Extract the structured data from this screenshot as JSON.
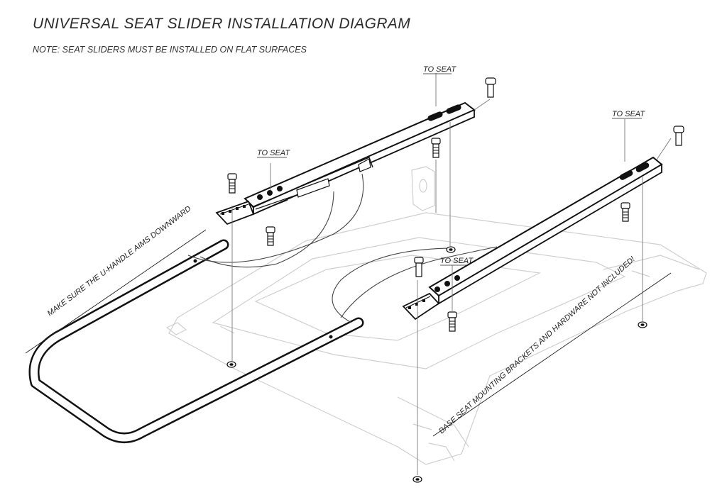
{
  "header": {
    "title": "UNIVERSAL SEAT SLIDER INSTALLATION DIAGRAM",
    "note": "NOTE: SEAT SLIDERS MUST BE INSTALLED ON FLAT SURFACES"
  },
  "callouts": {
    "to_seat": "TO SEAT",
    "u_handle": "MAKE SURE THE U-HANDLE AIMS DOWNWARD",
    "brackets": "BASE SEAT MOUNTING BRACKETS AND HARDWARE NOT INCLUDED!"
  }
}
